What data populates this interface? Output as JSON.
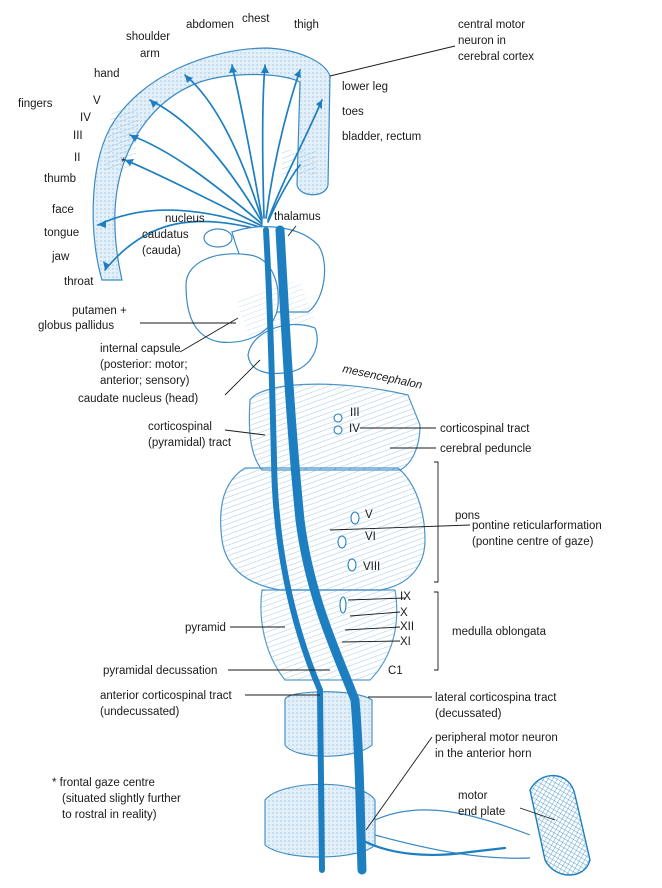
{
  "colors": {
    "tract": "#1e7fc0",
    "outline": "#3a8ac4",
    "shade": "#cfe4f4",
    "label": "#1a1a1a"
  },
  "labels": {
    "shoulder": "shoulder",
    "abdomen": "abdomen",
    "chest": "chest",
    "thigh": "thigh",
    "arm": "arm",
    "hand": "hand",
    "fingers": "fingers",
    "v": "V",
    "iv": "IV",
    "iii": "III",
    "ii": "II",
    "asterisk": "*",
    "thumb": "thumb",
    "face": "face",
    "tongue": "tongue",
    "jaw": "jaw",
    "throat": "throat",
    "central_motor_1": "central motor",
    "central_motor_2": "neuron in",
    "central_motor_3": "cerebral cortex",
    "lower_leg": "lower leg",
    "toes": "toes",
    "bladder": "bladder, rectum",
    "nucleus_1": "nucleus",
    "nucleus_2": "caudatus",
    "nucleus_3": "(cauda)",
    "thalamus": "thalamus",
    "putamen_1": "putamen +",
    "putamen_2": "globus pallidus",
    "capsule_1": "internal capsule",
    "capsule_2": "(posterior: motor;",
    "capsule_3": "anterior; sensory)",
    "caudate_head": "caudate nucleus (head)",
    "mesencephalon": "mesencephalon",
    "n_iii": "III",
    "n_iv": "IV",
    "cst_1": "corticospinal",
    "cst_2": "(pyramidal) tract",
    "cst_right": "corticospinal tract",
    "peduncle": "cerebral peduncle",
    "pons": "pons",
    "n_v": "V",
    "n_vi": "VI",
    "n_viii": "VIII",
    "prf_1": "pontine reticularformation",
    "prf_2": "(pontine centre of gaze)",
    "n_ix": "IX",
    "n_x": "X",
    "n_xii": "XII",
    "n_xi": "XI",
    "pyramid": "pyramid",
    "medulla": "medulla oblongata",
    "decussation": "pyramidal decussation",
    "c1": "C1",
    "acst_1": "anterior corticospinal tract",
    "acst_2": "(undecussated)",
    "lcst_1": "lateral corticospina tract",
    "lcst_2": "(decussated)",
    "pmn_1": "peripheral motor neuron",
    "pmn_2": "in the anterior horn",
    "fgc_1": "* frontal gaze centre",
    "fgc_2": "(situated slightly further",
    "fgc_3": "to rostral in reality)",
    "mep_1": "motor",
    "mep_2": "end plate"
  }
}
